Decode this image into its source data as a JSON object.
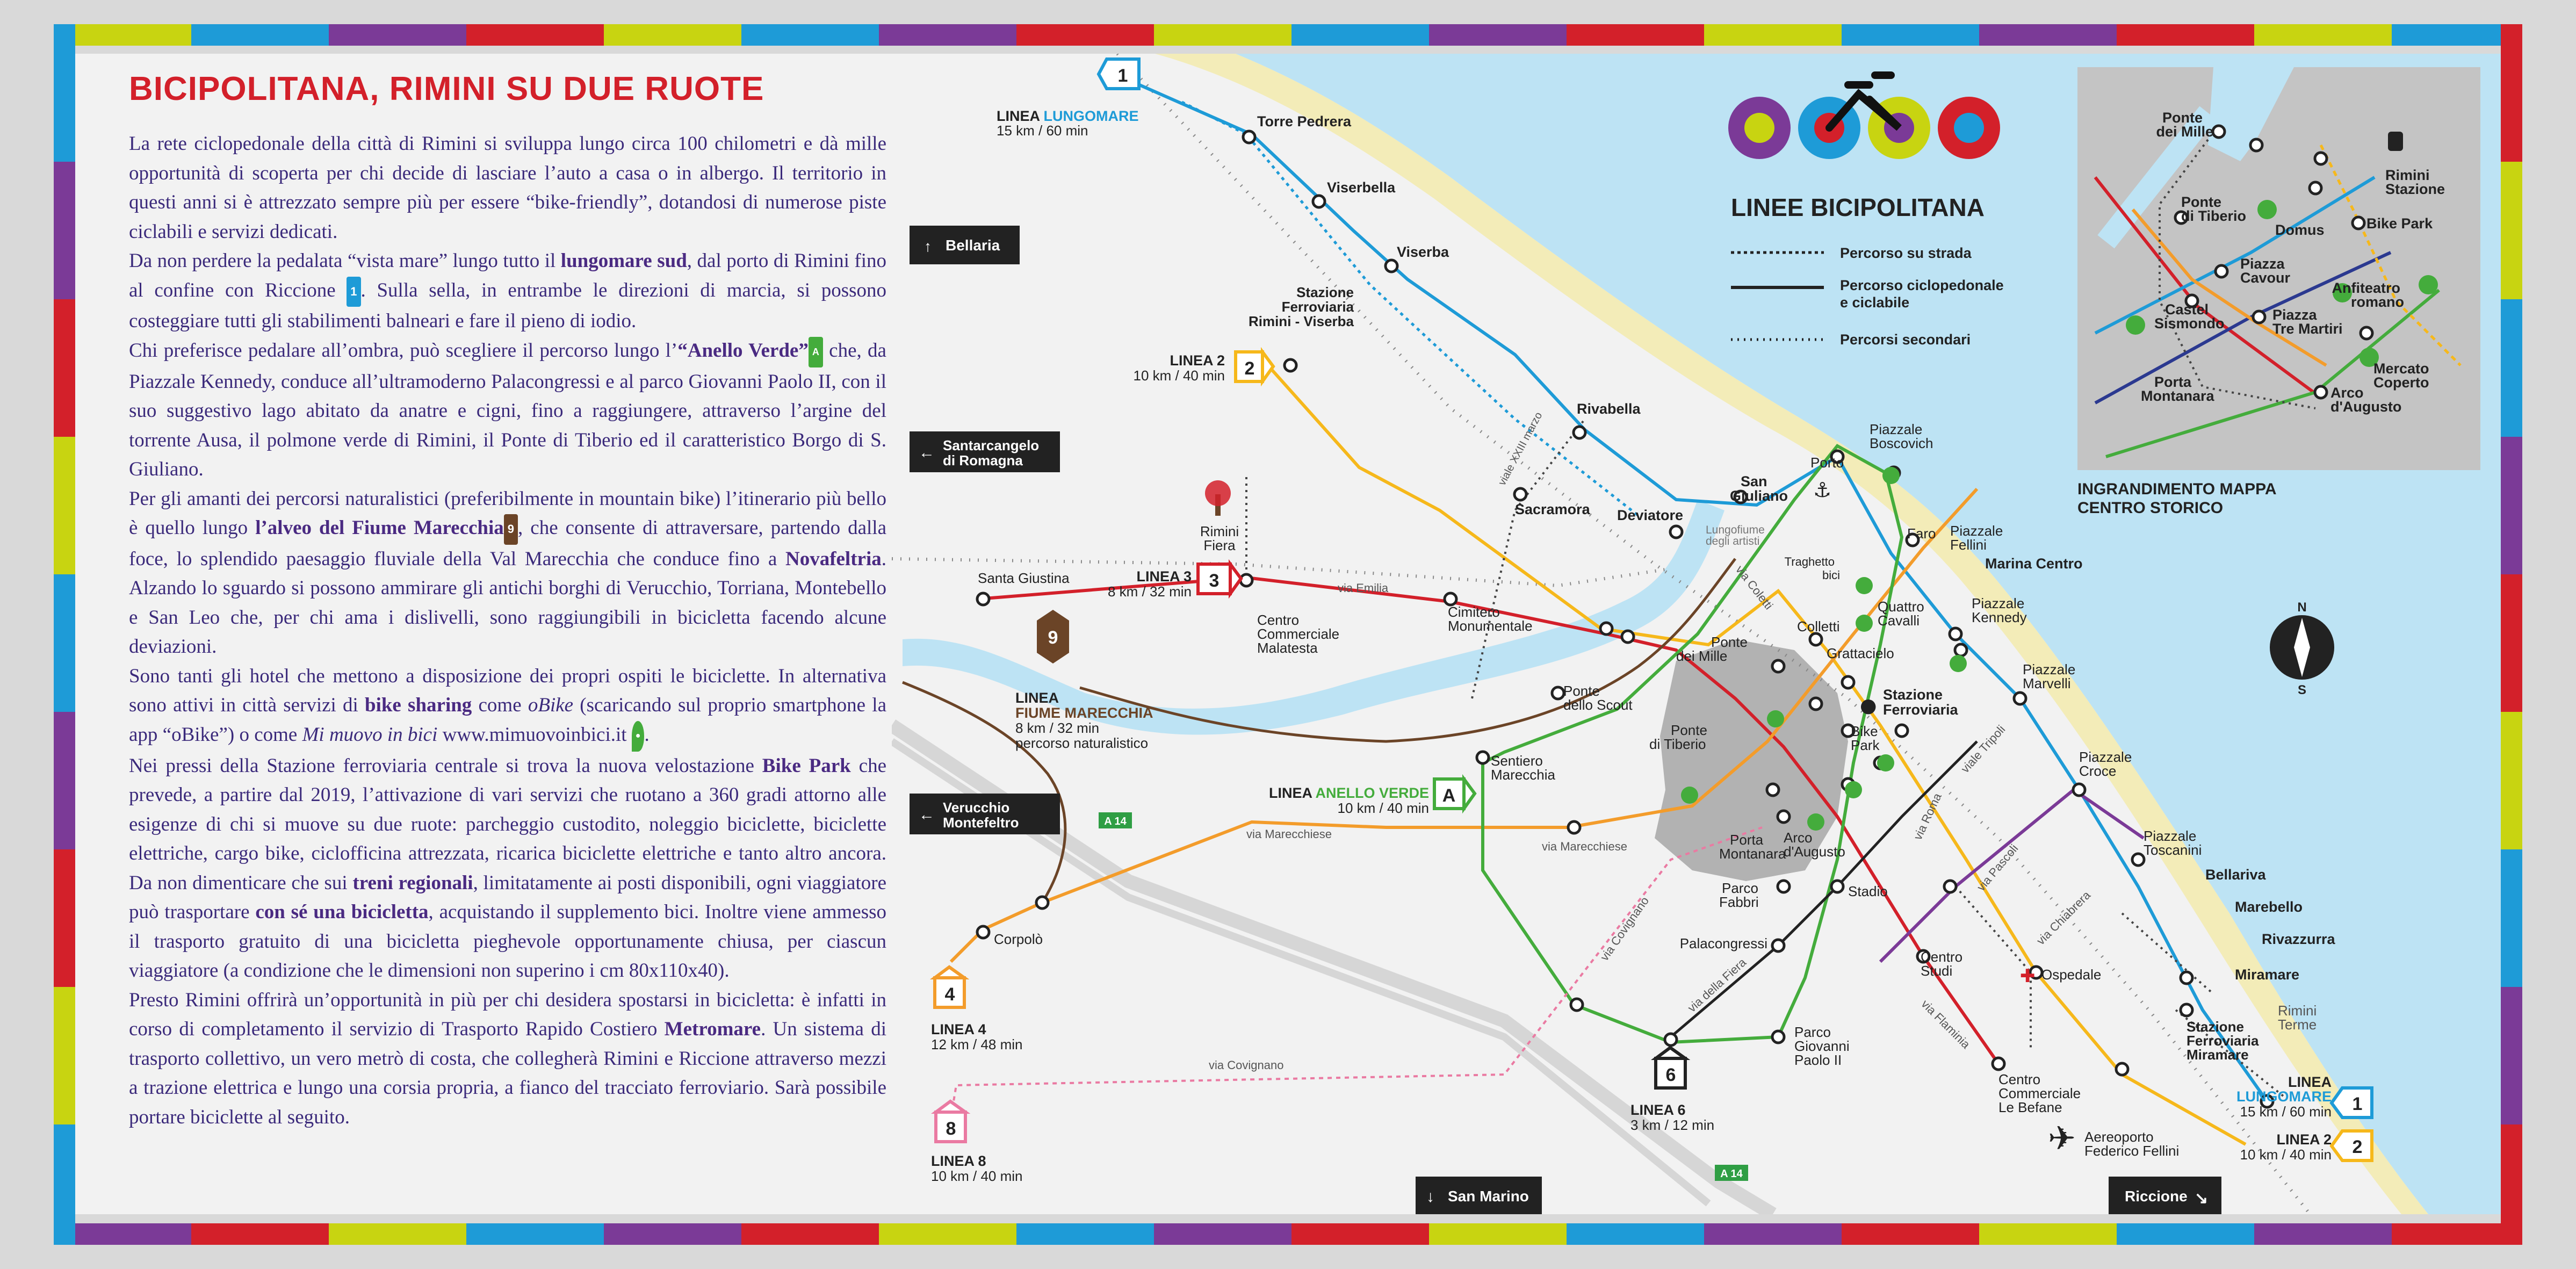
{
  "article": {
    "title": "BICIPOLITANA, RIMINI SU DUE RUOTE",
    "p1": "La rete ciclopedonale della città di Rimini si sviluppa lungo circa 100 chilometri e dà mille opportunità di scoperta per chi decide di lasciare l’auto a casa o in albergo. Il territorio in questi anni si è attrezzato sempre più per essere “bike-friendly”, dotandosi di numerose piste ciclabili e servizi dedicati.",
    "p2a": "Da non perdere la pedalata “vista mare” lungo tutto il ",
    "p2b": "lungomare sud",
    "p2c": ", dal porto di Rimini fino al confine con Riccione ",
    "p2d": ". Sulla sella, in entrambe le direzioni di marcia, si possono costeggiare tutti gli stabilimenti balneari e fare il pieno di iodio.",
    "p3a": "Chi preferisce pedalare all’ombra, può scegliere il percorso lungo l’",
    "p3b": "“Anello Verde”",
    "p3c": " che, da Piazzale Kennedy, conduce all’ultramoderno Palacongressi e al parco Giovanni Paolo II, con il suo suggestivo lago abitato da anatre e cigni, fino a raggiungere, attraverso l’argine del torrente Ausa, il polmone verde di Rimini, il Ponte di Tiberio ed il caratteristico Borgo di S. Giuliano.",
    "p4a": "Per gli amanti dei percorsi naturalistici (preferibilmente in mountain bike) l’itinerario più bello è quello lungo ",
    "p4b": "l’alveo del Fiume Marecchia",
    "p4c": ", che consente di attraversare, partendo dalla foce, lo splendido paesaggio fluviale della Val Marecchia che conduce fino a ",
    "p4d": "Novafeltria",
    "p4e": ". Alzando lo sguardo si possono ammirare gli antichi borghi di Verucchio, Torriana, Montebello e San Leo che, per chi ama i dislivelli, sono raggiungibili in bicicletta facendo alcune deviazioni.",
    "p5a": "Sono tanti gli hotel che mettono a disposizione dei propri ospiti le biciclette. In alternativa sono attivi in città servizi di ",
    "p5b": "bike sharing",
    "p5c": " come ",
    "p5d": "oBike",
    "p5e": " (scaricando sul proprio smartphone la app “oBike”) o come ",
    "p5f": "Mi muovo in bici",
    "p5g": " www.mimuovoinbici.it ",
    "p5h": ".",
    "p6a": "Nei pressi della Stazione ferroviaria centrale si trova la nuova velostazione ",
    "p6b": "Bike Park",
    "p6c": " che prevede, a partire dal 2019, l’attivazione di vari servizi che ruotano a 360 gradi attorno alle esigenze di chi si muove su due ruote: parcheggio custodito, noleggio biciclette, biciclette elettriche, cargo bike, ciclofficina attrezzata, ricarica biciclette elettriche e tanto altro ancora. Da non dimenticare che sui ",
    "p6d": "treni regionali",
    "p6e": ", limitatamente ai posti disponibili, ogni viaggiatore può trasportare ",
    "p6f": "con sé una bicicletta",
    "p6g": ", acquistando il supplemento bici. Inoltre viene ammesso il trasporto gratuito di una bicicletta pieghevole opportunamente chiusa, per ciascun viaggiatore (a condizione che le dimensioni non superino i cm 80x110x40).",
    "p7a": "Presto Rimini offrirà un’opportunità in più per chi desidera spostarsi in bicicletta: è infatti in corso di completamento il servizio di Trasporto Rapido Costiero ",
    "p7b": "Metromare",
    "p7c": ". Un sistema di trasporto collettivo, un vero metrò di costa, che collegherà Rimini e Riccione attraverso mezzi a trazione elettrica e lungo una corsia propria, a fianco del tracciato ferroviario. Sarà possibile portare biciclette al seguito.",
    "icon1": "1",
    "icon9": "9"
  },
  "map": {
    "legend": {
      "title": "LINEE BICIPOLITANA",
      "road": "Percorso su strada",
      "cycle1": "Percorso ciclopedonale",
      "cycle2": "e ciclabile",
      "secondary": "Percorsi secondari"
    },
    "inset_caption1": "INGRANDIMENTO MAPPA",
    "inset_caption2": "CENTRO STORICO",
    "inset": {
      "ponte_mille1": "Ponte",
      "ponte_mille2": "dei Mille",
      "rimini_st1": "Rimini",
      "rimini_st2": "Stazione",
      "ponte_tiberio1": "Ponte",
      "ponte_tiberio2": "di Tiberio",
      "domus": "Domus",
      "bike_park": "Bike Park",
      "cavour1": "Piazza",
      "cavour2": "Cavour",
      "anfiteatro1": "Anfiteatro",
      "anfiteatro2": "romano",
      "castel1": "Castel",
      "castel2": "Sismondo",
      "tre_martiri1": "Piazza",
      "tre_martiri2": "Tre Martiri",
      "mercato1": "Mercato",
      "mercato2": "Coperto",
      "porta_montanara1": "Porta",
      "porta_montanara2": "Montanara",
      "arco1": "Arco",
      "arco2": "d'Augusto"
    },
    "lines": {
      "l1_num": "1",
      "l1_name": "LINEA ",
      "l1_color": "LUNGOMARE",
      "l1_info": "15 km / 60 min",
      "l2_num": "2",
      "l2_name": "LINEA 2",
      "l2_info": "10 km / 40 min",
      "l3_num": "3",
      "l3_name": "LINEA 3",
      "l3_info": "8 km / 32 min",
      "l4_num": "4",
      "l4_name": "LINEA 4",
      "l4_info": "12 km / 48 min",
      "l6_num": "6",
      "l6_name": "LINEA 6",
      "l6_info": "3 km / 12 min",
      "l8_num": "8",
      "l8_name": "LINEA 8",
      "l8_info": "10 km / 40 min",
      "l9_num": "9",
      "l9_name1": "LINEA",
      "l9_name2": "FIUME MARECCHIA",
      "l9_info1": "8 km / 32 min",
      "l9_info2": "percorso naturalistico",
      "la_num": "A",
      "la_name": "LINEA ",
      "la_color": "ANELLO VERDE",
      "la_info": "10 km / 40 min",
      "r1_name": "LINEA",
      "r1_color": "LUNGOMARE",
      "r1_info": "15 km / 60 min",
      "r2_name": "LINEA 2",
      "r2_info": "10 km / 40 min"
    },
    "directions": {
      "bellaria": "Bellaria",
      "santarcangelo1": "Santarcangelo",
      "santarcangelo2": "di Romagna",
      "verucchio1": "Verucchio",
      "verucchio2": "Montefeltro",
      "san_marino": "San Marino",
      "riccione": "Riccione"
    },
    "places": {
      "torre_pedrera": "Torre Pedrera",
      "viserbella": "Viserbella",
      "viserba": "Viserba",
      "staz_viserba1": "Stazione",
      "staz_viserba2": "Ferroviaria",
      "staz_viserba3": "Rimini - Viserba",
      "rivabella": "Rivabella",
      "sacramora": "Sacramora",
      "deviatore": "Deviatore",
      "san_giuliano1": "San",
      "san_giuliano2": "Giuliano",
      "porto": "Porto",
      "faro": "Faro",
      "boscovich1": "Piazzale",
      "boscovich2": "Boscovich",
      "fellini1": "Piazzale",
      "fellini2": "Fellini",
      "marina_centro": "Marina Centro",
      "traghetto1": "Traghetto",
      "traghetto2": "bici",
      "lungofiume1": "Lungofiume",
      "lungofiume2": "degli artisti",
      "rimini_fiera1": "Rimini",
      "rimini_fiera2": "Fiera",
      "santa_giustina": "Santa Giustina",
      "centro_comm1": "Centro",
      "centro_comm2": "Commerciale",
      "centro_comm3": "Malatesta",
      "cimitero1": "Cimitero",
      "cimitero2": "Monumentale",
      "via_emilia": "via Emilia",
      "quattro_cavalli1": "Quattro",
      "quattro_cavalli2": "Cavalli",
      "kennedy1": "Piazzale",
      "kennedy2": "Kennedy",
      "ponte_mille1": "Ponte",
      "ponte_mille2": "dei Mille",
      "colletti": "Colletti",
      "grattacielo": "Grattacielo",
      "stazione1": "Stazione",
      "stazione2": "Ferroviaria",
      "ponte_scout1": "Ponte",
      "ponte_scout2": "dello Scout",
      "ponte_tiberio1": "Ponte",
      "ponte_tiberio2": "di Tiberio",
      "bike_park1": "Bike",
      "bike_park2": "Park",
      "marvelli1": "Piazzale",
      "marvelli2": "Marvelli",
      "sentiero1": "Sentiero",
      "sentiero2": "Marecchia",
      "via_marecchiese": "via Marecchiese",
      "via_marecchiese2": "via Marecchiese",
      "porta_montanara1": "Porta",
      "porta_montanara2": "Montanara",
      "arco1": "Arco",
      "arco2": "d'Augusto",
      "parco_fabbri1": "Parco",
      "parco_fabbri2": "Fabbri",
      "stadio": "Stadio",
      "croce1": "Piazzale",
      "croce2": "Croce",
      "toscanini1": "Piazzale",
      "toscanini2": "Toscanini",
      "bellariva": "Bellariva",
      "marebello": "Marebello",
      "rivazzurra": "Rivazzurra",
      "miramare": "Miramare",
      "palacongressi": "Palacongressi",
      "corpolo": "Corpolò",
      "centro_studi1": "Centro",
      "centro_studi2": "Studi",
      "ospedale": "Ospedale",
      "staz_miramare1": "Stazione",
      "staz_miramare2": "Ferroviaria",
      "staz_miramare3": "Miramare",
      "rimini_terme1": "Rimini",
      "rimini_terme2": "Terme",
      "parco_gp1": "Parco",
      "parco_gp2": "Giovanni",
      "parco_gp3": "Paolo II",
      "le_befane1": "Centro",
      "le_befane2": "Commerciale",
      "le_befane3": "Le Befane",
      "aeroporto1": "Aereoporto",
      "aeroporto2": "Federico Fellini",
      "via_covignano": "via Covignano",
      "via_covignano2": "via Covignano",
      "via_della_fiera": "via della Fiera",
      "via_flaminia": "via Flaminia",
      "via_roma": "via Roma",
      "via_pascoli": "via Pascoli",
      "via_chiabrera": "via Chiabrera",
      "viale_tripoli": "viale Tripoli",
      "via_coletti": "via Coletti",
      "viale_xxiii": "viale XXIII marzo",
      "a14": "A 14",
      "a14b": "A 14",
      "north": "N",
      "south": "S"
    },
    "colors": {
      "sea": "#bde3f4",
      "beach": "#f3ecb8",
      "lungomare": "#1e9bd7",
      "linea2": "#f6b81b",
      "linea3": "#d3202a",
      "linea4": "#f39c2b",
      "anello": "#44ac3c",
      "linea6": "#222222",
      "linea8": "#ea7aa2",
      "marecchia": "#6b4427",
      "purple": "#7b3a97",
      "title_red": "#d3202a"
    }
  }
}
